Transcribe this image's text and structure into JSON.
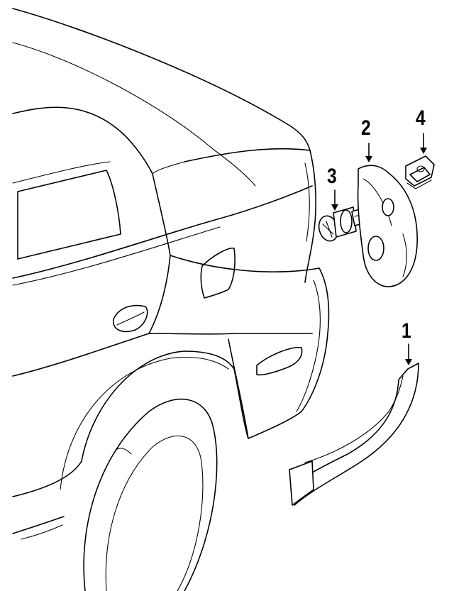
{
  "callouts": [
    {
      "id": "part-1",
      "label": "1"
    },
    {
      "id": "part-2",
      "label": "2"
    },
    {
      "id": "part-3",
      "label": "3"
    },
    {
      "id": "part-4",
      "label": "4"
    }
  ],
  "colors": {
    "line": "#000000",
    "background": "#ffffff"
  }
}
